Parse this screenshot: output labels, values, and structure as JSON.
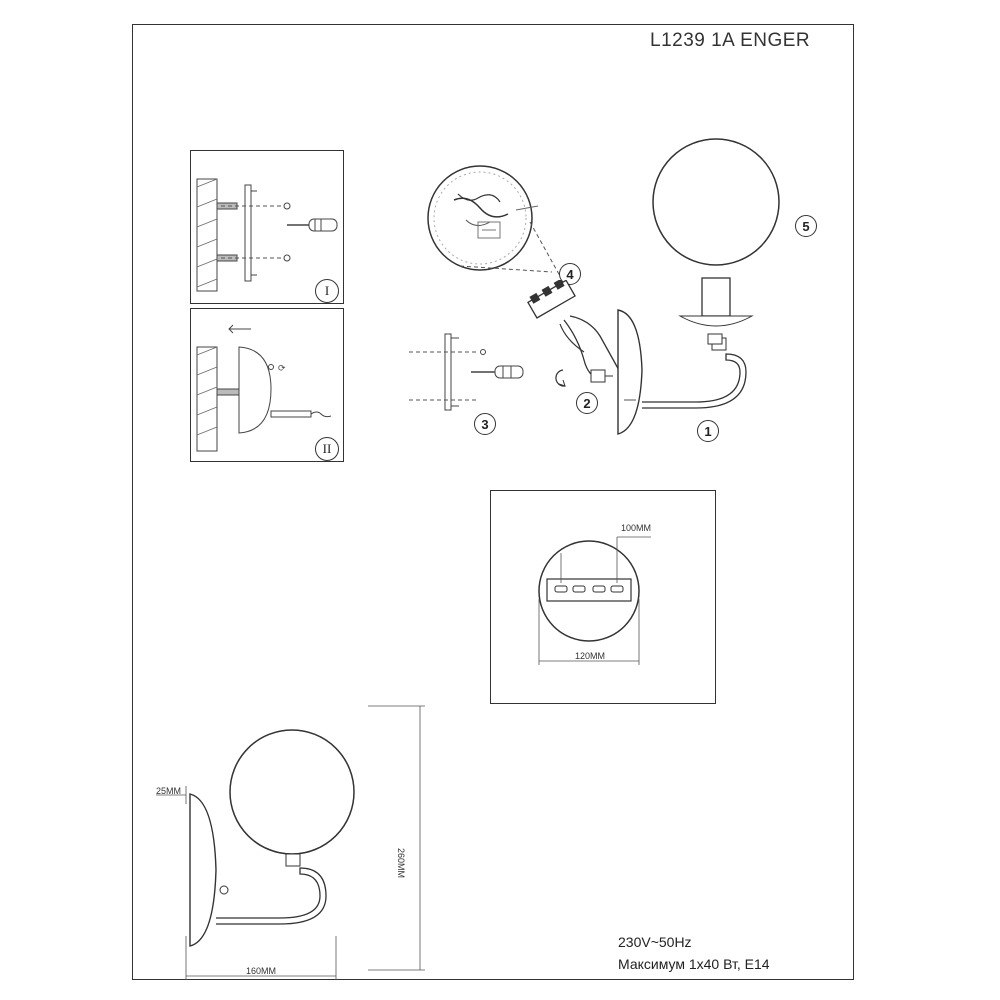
{
  "header": {
    "title": "L1239 1A  ENGER"
  },
  "steps": {
    "s1": "1",
    "s2": "2",
    "s3": "3",
    "s4": "4",
    "s5": "5",
    "roman1": "I",
    "roman2": "II"
  },
  "dimensions": {
    "mount_width": "100MM",
    "mount_diameter": "120MM",
    "base_depth": "25MM",
    "height": "260MM",
    "width": "160MM"
  },
  "specs": {
    "voltage": "230V~50Hz",
    "power": "Максимум 1х40 Вт, E14"
  }
}
